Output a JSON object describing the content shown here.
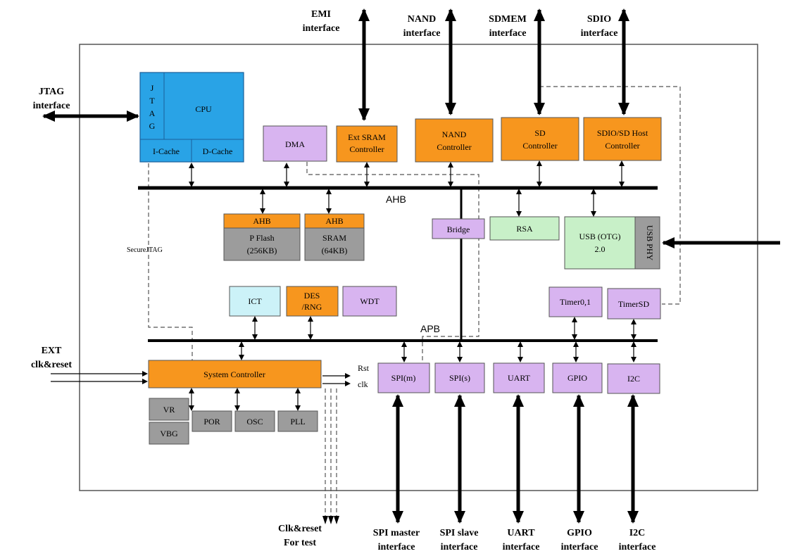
{
  "colors": {
    "cpu": "#29a3e6",
    "orange": "#f7961e",
    "purple": "#d8b4f0",
    "green": "#c8f0c8",
    "cyan": "#ccf2f8",
    "gray": "#9c9c9c",
    "line": "#000000"
  },
  "external": {
    "emi": [
      "EMI",
      "interface"
    ],
    "nand": [
      "NAND",
      "interface"
    ],
    "sdmem": [
      "SDMEM",
      "interface"
    ],
    "sdio": [
      "SDIO",
      "interface"
    ],
    "jtag": [
      "JTAG",
      "interface"
    ],
    "ext_clk": [
      "EXT",
      "clk&reset"
    ],
    "clk_test": [
      "Clk&reset",
      "For test"
    ],
    "spi_master": [
      "SPI master",
      "interface"
    ],
    "spi_slave": [
      "SPI slave",
      "interface"
    ],
    "uart": [
      "UART",
      "interface"
    ],
    "gpio": [
      "GPIO",
      "interface"
    ],
    "i2c": [
      "I2C",
      "interface"
    ]
  },
  "blocks": {
    "cpu": "CPU",
    "jtag_letters": [
      "J",
      "T",
      "A",
      "G"
    ],
    "icache": "I-Cache",
    "dcache": "D-Cache",
    "dma": "DMA",
    "ext_sram": [
      "Ext SRAM",
      "Controller"
    ],
    "nand_ctrl": [
      "NAND",
      "Controller"
    ],
    "sd_ctrl": [
      "SD",
      "Controller"
    ],
    "sdio_ctrl": [
      "SDIO/SD Host",
      "Controller"
    ],
    "pflash_ahb": "AHB",
    "pflash": [
      "P Flash",
      "(256KB)"
    ],
    "sram_ahb": "AHB",
    "sram": [
      "SRAM",
      "(64KB)"
    ],
    "bridge": "Bridge",
    "rsa": "RSA",
    "usb": [
      "USB (OTG)",
      "2.0"
    ],
    "usb_phy": "USB PHY",
    "ict": "ICT",
    "des": [
      "DES",
      "/RNG"
    ],
    "wdt": "WDT",
    "timer01": "Timer0,1",
    "timersd": "TimerSD",
    "sysctrl": "System Controller",
    "vr": "VR",
    "vbg": "VBG",
    "por": "POR",
    "osc": "OSC",
    "pll": "PLL",
    "spim": "SPI(m)",
    "spis": "SPI(s)",
    "uart": "UART",
    "gpio": "GPIO",
    "i2c": "I2C"
  },
  "labels": {
    "ahb": "AHB",
    "apb": "APB",
    "secure_jtag": "SecureJTAG",
    "rst": "Rst",
    "clk": "clk"
  }
}
